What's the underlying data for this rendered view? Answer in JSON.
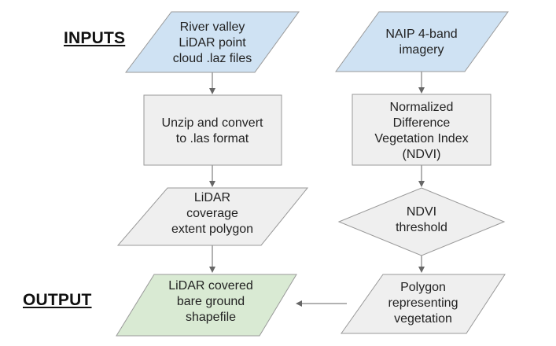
{
  "labels": {
    "inputs": "INPUTS",
    "output": "OUTPUT"
  },
  "colors": {
    "input_fill": "#cfe2f3",
    "process_fill": "#efefef",
    "output_fill": "#d9ead3",
    "stroke": "#999999",
    "arrow": "#666666"
  },
  "nodes": {
    "lidar_input": {
      "shape": "parallelogram",
      "lines": [
        "River valley",
        "LiDAR point",
        "cloud .laz files"
      ]
    },
    "naip_input": {
      "shape": "parallelogram",
      "lines": [
        "NAIP 4-band",
        "imagery"
      ]
    },
    "unzip_convert": {
      "shape": "rectangle",
      "lines": [
        "Unzip and convert",
        "to .las format"
      ]
    },
    "ndvi": {
      "shape": "rectangle",
      "lines": [
        "Normalized",
        "Difference",
        "Vegetation Index",
        "(NDVI)"
      ]
    },
    "coverage_polygon": {
      "shape": "parallelogram",
      "lines": [
        "LiDAR",
        "coverage",
        "extent polygon"
      ]
    },
    "ndvi_threshold": {
      "shape": "diamond",
      "lines": [
        "NDVI",
        "threshold"
      ]
    },
    "bare_ground_output": {
      "shape": "parallelogram",
      "lines": [
        "LiDAR covered",
        "bare ground",
        "shapefile"
      ]
    },
    "vegetation_polygon": {
      "shape": "parallelogram",
      "lines": [
        "Polygon",
        "representing",
        "vegetation"
      ]
    }
  }
}
